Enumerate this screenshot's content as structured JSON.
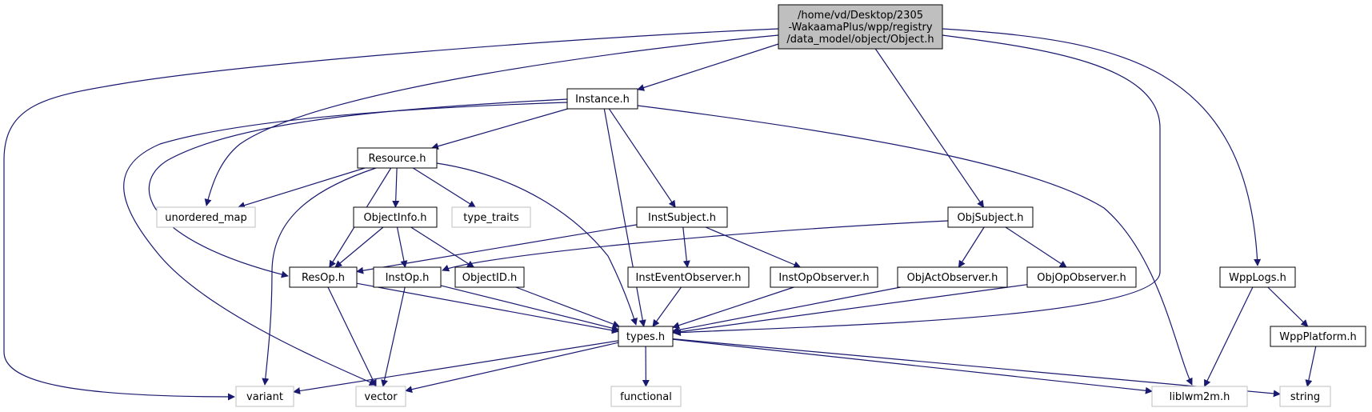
{
  "colors": {
    "edge": "#191970",
    "node_border": "#000000",
    "external_border": "#bfbfbf",
    "root_fill": "#bfbfbf",
    "node_fill": "#ffffff",
    "text": "#000000"
  },
  "graph": {
    "nodes": [
      {
        "id": "root",
        "lines": [
          "/home/vd/Desktop/2305",
          "-WakaamaPlus/wpp/registry",
          "/data_model/object/Object.h"
        ],
        "kind": "root"
      },
      {
        "id": "instance",
        "lines": [
          "Instance.h"
        ],
        "kind": "file"
      },
      {
        "id": "resource",
        "lines": [
          "Resource.h"
        ],
        "kind": "file"
      },
      {
        "id": "unordered_map",
        "lines": [
          "unordered_map"
        ],
        "kind": "external"
      },
      {
        "id": "type_traits",
        "lines": [
          "type_traits"
        ],
        "kind": "external"
      },
      {
        "id": "objectinfo",
        "lines": [
          "ObjectInfo.h"
        ],
        "kind": "file"
      },
      {
        "id": "instsubject",
        "lines": [
          "InstSubject.h"
        ],
        "kind": "file"
      },
      {
        "id": "objsubject",
        "lines": [
          "ObjSubject.h"
        ],
        "kind": "file"
      },
      {
        "id": "resop",
        "lines": [
          "ResOp.h"
        ],
        "kind": "file"
      },
      {
        "id": "instop",
        "lines": [
          "InstOp.h"
        ],
        "kind": "file"
      },
      {
        "id": "objectid",
        "lines": [
          "ObjectID.h"
        ],
        "kind": "file"
      },
      {
        "id": "insteventobserver",
        "lines": [
          "InstEventObserver.h"
        ],
        "kind": "file"
      },
      {
        "id": "instopobserver",
        "lines": [
          "InstOpObserver.h"
        ],
        "kind": "file"
      },
      {
        "id": "objactobserver",
        "lines": [
          "ObjActObserver.h"
        ],
        "kind": "file"
      },
      {
        "id": "objopobserver",
        "lines": [
          "ObjOpObserver.h"
        ],
        "kind": "file"
      },
      {
        "id": "wpplogs",
        "lines": [
          "WppLogs.h"
        ],
        "kind": "file"
      },
      {
        "id": "types",
        "lines": [
          "types.h"
        ],
        "kind": "file"
      },
      {
        "id": "wppplatform",
        "lines": [
          "WppPlatform.h"
        ],
        "kind": "file"
      },
      {
        "id": "variant",
        "lines": [
          "variant"
        ],
        "kind": "external"
      },
      {
        "id": "vector",
        "lines": [
          "vector"
        ],
        "kind": "external"
      },
      {
        "id": "functional",
        "lines": [
          "functional"
        ],
        "kind": "external"
      },
      {
        "id": "liblwm2m",
        "lines": [
          "liblwm2m.h"
        ],
        "kind": "external"
      },
      {
        "id": "string",
        "lines": [
          "string"
        ],
        "kind": "external"
      }
    ],
    "edges": [
      [
        "root",
        "instance"
      ],
      [
        "root",
        "unordered_map"
      ],
      [
        "root",
        "variant"
      ],
      [
        "root",
        "objsubject"
      ],
      [
        "root",
        "types"
      ],
      [
        "root",
        "wpplogs"
      ],
      [
        "instance",
        "resource"
      ],
      [
        "instance",
        "resop"
      ],
      [
        "instance",
        "vector"
      ],
      [
        "instance",
        "types"
      ],
      [
        "instance",
        "instsubject"
      ],
      [
        "instance",
        "liblwm2m"
      ],
      [
        "resource",
        "unordered_map"
      ],
      [
        "resource",
        "type_traits"
      ],
      [
        "resource",
        "objectinfo"
      ],
      [
        "resource",
        "resop"
      ],
      [
        "resource",
        "variant"
      ],
      [
        "resource",
        "types"
      ],
      [
        "objectinfo",
        "resop"
      ],
      [
        "objectinfo",
        "instop"
      ],
      [
        "objectinfo",
        "objectid"
      ],
      [
        "instsubject",
        "resop"
      ],
      [
        "instsubject",
        "insteventobserver"
      ],
      [
        "instsubject",
        "instopobserver"
      ],
      [
        "objsubject",
        "instop"
      ],
      [
        "objsubject",
        "objactobserver"
      ],
      [
        "objsubject",
        "objopobserver"
      ],
      [
        "resop",
        "types"
      ],
      [
        "resop",
        "vector"
      ],
      [
        "instop",
        "types"
      ],
      [
        "instop",
        "vector"
      ],
      [
        "objectid",
        "types"
      ],
      [
        "insteventobserver",
        "types"
      ],
      [
        "instopobserver",
        "types"
      ],
      [
        "objactobserver",
        "types"
      ],
      [
        "objopobserver",
        "types"
      ],
      [
        "wpplogs",
        "liblwm2m"
      ],
      [
        "wpplogs",
        "wppplatform"
      ],
      [
        "wppplatform",
        "string"
      ],
      [
        "types",
        "variant"
      ],
      [
        "types",
        "vector"
      ],
      [
        "types",
        "functional"
      ],
      [
        "types",
        "liblwm2m"
      ],
      [
        "types",
        "string"
      ]
    ]
  }
}
